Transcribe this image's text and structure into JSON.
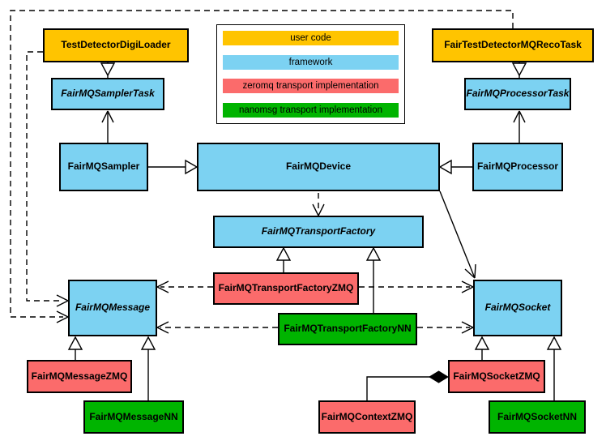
{
  "nodes": {
    "testDetectorDigiLoader": "TestDetectorDigiLoader",
    "fairMQSamplerTask": "FairMQSamplerTask",
    "fairTestDetectorMQRecoTask": "FairTestDetectorMQRecoTask",
    "fairMQProcessorTask": "FairMQProcessorTask",
    "fairMQSampler": "FairMQSampler",
    "fairMQDevice": "FairMQDevice",
    "fairMQProcessor": "FairMQProcessor",
    "fairMQTransportFactory": "FairMQTransportFactory",
    "fairMQTransportFactoryZMQ": "FairMQTransportFactoryZMQ",
    "fairMQTransportFactoryNN": "FairMQTransportFactoryNN",
    "fairMQMessage": "FairMQMessage",
    "fairMQSocket": "FairMQSocket",
    "fairMQMessageZMQ": "FairMQMessageZMQ",
    "fairMQMessageNN": "FairMQMessageNN",
    "fairMQContextZMQ": "FairMQContextZMQ",
    "fairMQSocketZMQ": "FairMQSocketZMQ",
    "fairMQSocketNN": "FairMQSocketNN"
  },
  "legend": {
    "items": [
      {
        "label": "user code",
        "color": "#ffc400"
      },
      {
        "label": "framework",
        "color": "#7cd2f2"
      },
      {
        "label": "zeromq transport implementation",
        "color": "#fb6b6b"
      },
      {
        "label": "nanomsg transport implementation",
        "color": "#00b400"
      }
    ]
  },
  "colors": {
    "user_code": "#ffc400",
    "framework": "#7cd2f2",
    "zeromq": "#fb6b6b",
    "nanomsg": "#00b400",
    "line": "#000000",
    "background": "#ffffff"
  },
  "relationships": [
    {
      "from": "TestDetectorDigiLoader",
      "to": "FairMQSamplerTask",
      "type": "inheritance"
    },
    {
      "from": "FairTestDetectorMQRecoTask",
      "to": "FairMQProcessorTask",
      "type": "inheritance"
    },
    {
      "from": "FairMQSampler",
      "to": "FairMQSamplerTask",
      "type": "association"
    },
    {
      "from": "FairMQProcessor",
      "to": "FairMQProcessorTask",
      "type": "association"
    },
    {
      "from": "FairMQSampler",
      "to": "FairMQDevice",
      "type": "inheritance"
    },
    {
      "from": "FairMQProcessor",
      "to": "FairMQDevice",
      "type": "inheritance"
    },
    {
      "from": "FairMQDevice",
      "to": "FairMQTransportFactory",
      "type": "dependency"
    },
    {
      "from": "FairMQDevice",
      "to": "FairMQSocket",
      "type": "association"
    },
    {
      "from": "FairMQTransportFactoryZMQ",
      "to": "FairMQTransportFactory",
      "type": "inheritance"
    },
    {
      "from": "FairMQTransportFactoryNN",
      "to": "FairMQTransportFactory",
      "type": "inheritance"
    },
    {
      "from": "FairMQTransportFactoryZMQ",
      "to": "FairMQMessage",
      "type": "dependency"
    },
    {
      "from": "FairMQTransportFactoryZMQ",
      "to": "FairMQSocket",
      "type": "dependency"
    },
    {
      "from": "FairMQTransportFactoryNN",
      "to": "FairMQMessage",
      "type": "dependency"
    },
    {
      "from": "FairMQTransportFactoryNN",
      "to": "FairMQSocket",
      "type": "dependency"
    },
    {
      "from": "TestDetectorDigiLoader",
      "to": "FairMQMessage",
      "type": "dependency"
    },
    {
      "from": "FairTestDetectorMQRecoTask",
      "to": "FairMQMessage",
      "type": "dependency"
    },
    {
      "from": "FairMQMessageZMQ",
      "to": "FairMQMessage",
      "type": "inheritance"
    },
    {
      "from": "FairMQMessageNN",
      "to": "FairMQMessage",
      "type": "inheritance"
    },
    {
      "from": "FairMQSocketZMQ",
      "to": "FairMQSocket",
      "type": "inheritance"
    },
    {
      "from": "FairMQSocketNN",
      "to": "FairMQSocket",
      "type": "inheritance"
    },
    {
      "from": "FairMQContextZMQ",
      "to": "FairMQSocketZMQ",
      "type": "composition"
    }
  ]
}
